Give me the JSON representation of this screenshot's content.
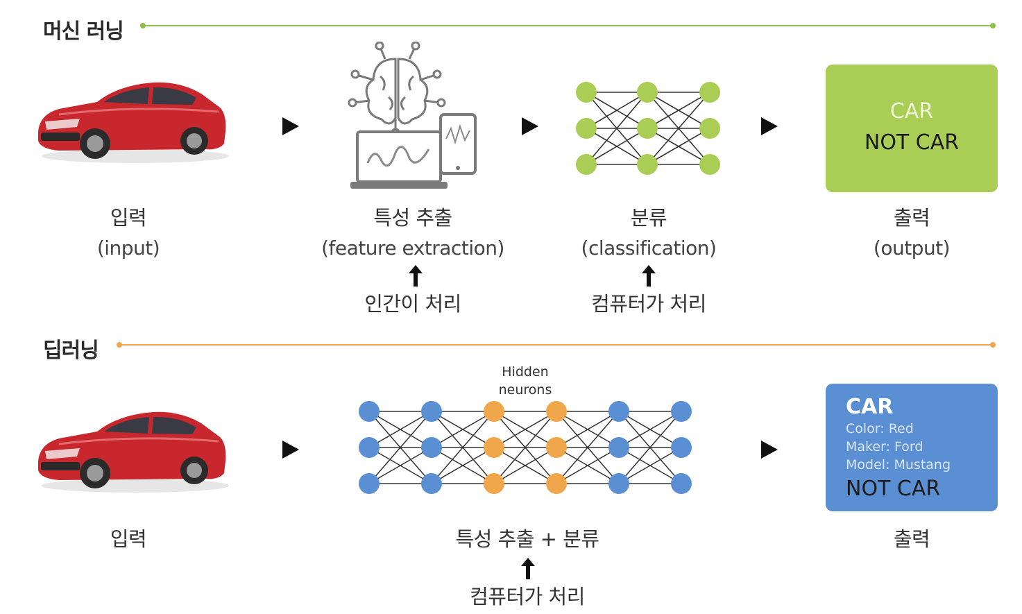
{
  "colors": {
    "ml_line": "#8dc04a",
    "dl_line": "#f0a64b",
    "ml_node": "#a9cd55",
    "dl_node_blue": "#5b8fd3",
    "dl_node_orange": "#f0a64b",
    "car_red": "#c8282d",
    "output_green": "#a9cd55",
    "output_blue": "#5b8fd3"
  },
  "machine_learning": {
    "title": "머신 러닝",
    "input": {
      "label": "입력",
      "sub": "(input)",
      "icon": "red-car-image"
    },
    "feature": {
      "label": "특성 추출",
      "sub": "(feature extraction)",
      "icon": "brain-laptop-phone-icon",
      "note": "인간이 처리"
    },
    "classify": {
      "label": "분류",
      "sub": "(classification)",
      "icon": "neural-network-icon",
      "note": "컴퓨터가 처리"
    },
    "output": {
      "label": "출력",
      "sub": "(output)",
      "line1": "CAR",
      "line2": "NOT CAR"
    }
  },
  "deep_learning": {
    "title": "딥러닝",
    "input": {
      "label": "입력",
      "icon": "red-car-image"
    },
    "hidden_label_1": "Hidden",
    "hidden_label_2": "neurons",
    "process": {
      "label": "특성 추출 + 분류",
      "note": "컴퓨터가 처리"
    },
    "output": {
      "label": "출력",
      "title": "CAR",
      "attr1": "Color: Red",
      "attr2": "Maker: Ford",
      "attr3": "Model: Mustang",
      "not": "NOT CAR"
    }
  }
}
